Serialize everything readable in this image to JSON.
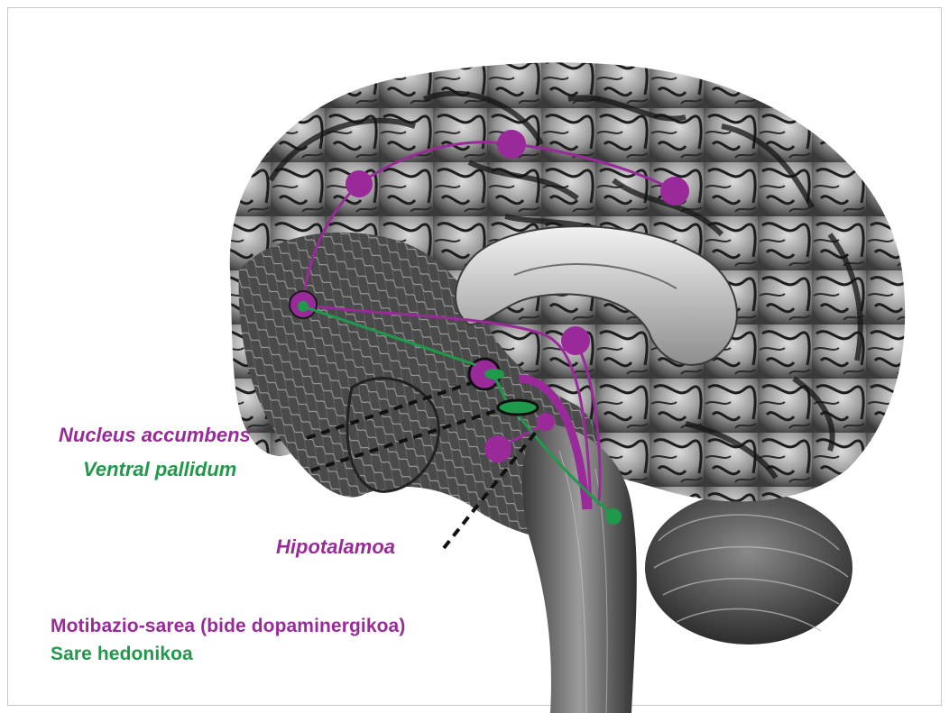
{
  "labels": {
    "nucleus_accumbens": "Nucleus accumbens",
    "ventral_pallidum": "Ventral pallidum",
    "hipotalamoa": "Hipotalamoa"
  },
  "legend": {
    "motivation_network": "Motibazio-sarea (bide dopaminergikoa)",
    "hedonic_network": "Sare hedonikoa"
  },
  "colors": {
    "motivation": "#9a2a9a",
    "hedonic": "#1f9a4a",
    "brain_dark": "#2b2b2b",
    "brain_light": "#bdbdbd"
  }
}
